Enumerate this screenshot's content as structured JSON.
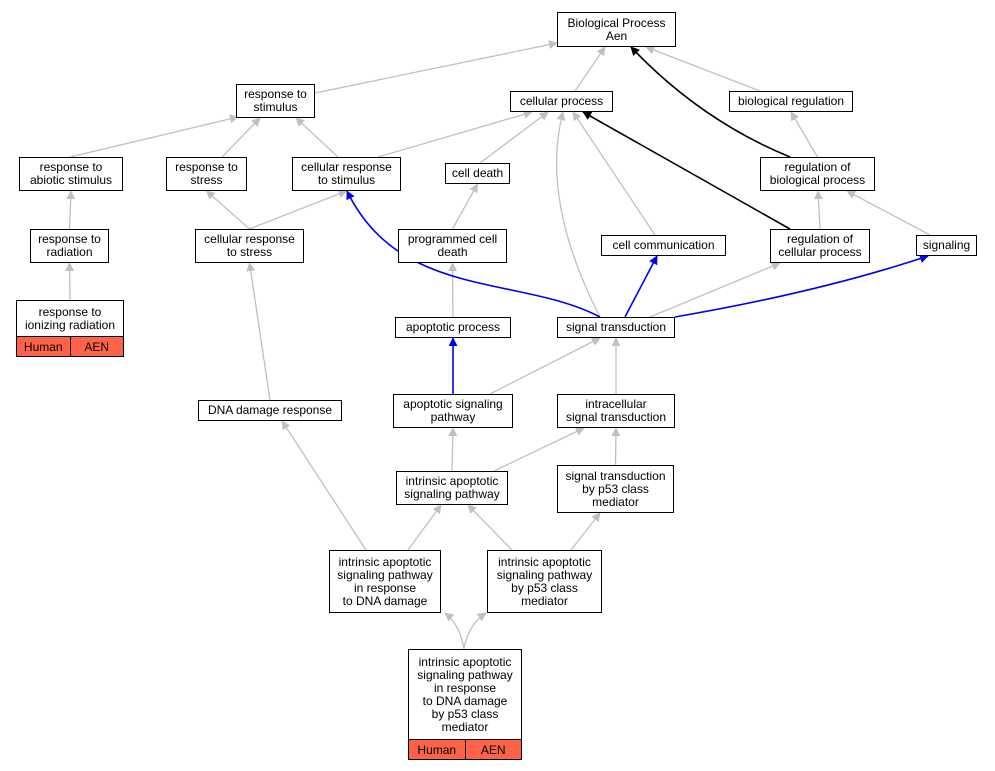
{
  "colors": {
    "is_a": "#c0c0c0",
    "part_of": "#000000",
    "regulates": "#0000ee",
    "annotation": "#ff6347"
  },
  "nodes": [
    {
      "id": "bp",
      "label": "Biological Process\nAen"
    },
    {
      "id": "rts",
      "label": "response to\nstimulus"
    },
    {
      "id": "cp",
      "label": "cellular process"
    },
    {
      "id": "br",
      "label": "biological regulation"
    },
    {
      "id": "ras",
      "label": "response to\nabiotic stimulus"
    },
    {
      "id": "rtstress",
      "label": "response to\nstress"
    },
    {
      "id": "crts",
      "label": "cellular response\nto stimulus"
    },
    {
      "id": "cd",
      "label": "cell death"
    },
    {
      "id": "rbp",
      "label": "regulation of\nbiological process"
    },
    {
      "id": "rtr",
      "label": "response to\nradiation"
    },
    {
      "id": "crtstress",
      "label": "cellular response\nto stress"
    },
    {
      "id": "pcd",
      "label": "programmed cell\ndeath"
    },
    {
      "id": "cc",
      "label": "cell communication"
    },
    {
      "id": "rcp",
      "label": "regulation of\ncellular process"
    },
    {
      "id": "sig",
      "label": "signaling"
    },
    {
      "id": "ririr",
      "label": "response to\nionizing radiation",
      "tags": [
        "Human",
        "AEN"
      ]
    },
    {
      "id": "ap",
      "label": "apoptotic process"
    },
    {
      "id": "st",
      "label": "signal transduction"
    },
    {
      "id": "ddr",
      "label": "DNA damage response"
    },
    {
      "id": "asp",
      "label": "apoptotic signaling\npathway"
    },
    {
      "id": "ist",
      "label": "intracellular\nsignal transduction"
    },
    {
      "id": "iasp",
      "label": "intrinsic apoptotic\nsignaling pathway"
    },
    {
      "id": "stp53",
      "label": "signal transduction\nby p53 class\nmediator"
    },
    {
      "id": "iaspdna",
      "label": "intrinsic apoptotic\nsignaling pathway\nin response\nto DNA damage"
    },
    {
      "id": "iaspp53",
      "label": "intrinsic apoptotic\nsignaling pathway\nby p53 class\nmediator"
    },
    {
      "id": "iaspdnap53",
      "label": "intrinsic apoptotic\nsignaling pathway\nin response\nto DNA damage\nby p53 class\nmediator",
      "tags": [
        "Human",
        "AEN"
      ]
    }
  ],
  "edges": [
    {
      "from": "rts",
      "to": "bp",
      "type": "is_a"
    },
    {
      "from": "cp",
      "to": "bp",
      "type": "is_a"
    },
    {
      "from": "br",
      "to": "bp",
      "type": "is_a"
    },
    {
      "from": "rbp",
      "to": "bp",
      "type": "part_of"
    },
    {
      "from": "ras",
      "to": "rts",
      "type": "is_a"
    },
    {
      "from": "rtstress",
      "to": "rts",
      "type": "is_a"
    },
    {
      "from": "crts",
      "to": "rts",
      "type": "is_a"
    },
    {
      "from": "crts",
      "to": "cp",
      "type": "is_a"
    },
    {
      "from": "cd",
      "to": "cp",
      "type": "is_a"
    },
    {
      "from": "st",
      "to": "cp",
      "type": "is_a"
    },
    {
      "from": "cc",
      "to": "cp",
      "type": "is_a"
    },
    {
      "from": "rcp",
      "to": "cp",
      "type": "part_of"
    },
    {
      "from": "rbp",
      "to": "br",
      "type": "is_a"
    },
    {
      "from": "rcp",
      "to": "rbp",
      "type": "is_a"
    },
    {
      "from": "sig",
      "to": "rbp",
      "type": "is_a"
    },
    {
      "from": "rtr",
      "to": "ras",
      "type": "is_a"
    },
    {
      "from": "crtstress",
      "to": "rtstress",
      "type": "is_a"
    },
    {
      "from": "crtstress",
      "to": "crts",
      "type": "is_a"
    },
    {
      "from": "pcd",
      "to": "cd",
      "type": "is_a"
    },
    {
      "from": "ririr",
      "to": "rtr",
      "type": "is_a"
    },
    {
      "from": "ap",
      "to": "pcd",
      "type": "is_a"
    },
    {
      "from": "st",
      "to": "crts",
      "type": "regulates"
    },
    {
      "from": "st",
      "to": "cc",
      "type": "regulates"
    },
    {
      "from": "st",
      "to": "rcp",
      "type": "is_a"
    },
    {
      "from": "st",
      "to": "sig",
      "type": "regulates"
    },
    {
      "from": "ddr",
      "to": "crtstress",
      "type": "is_a"
    },
    {
      "from": "asp",
      "to": "ap",
      "type": "regulates"
    },
    {
      "from": "asp",
      "to": "st",
      "type": "is_a"
    },
    {
      "from": "ist",
      "to": "st",
      "type": "is_a"
    },
    {
      "from": "iasp",
      "to": "asp",
      "type": "is_a"
    },
    {
      "from": "iasp",
      "to": "ist",
      "type": "is_a"
    },
    {
      "from": "stp53",
      "to": "ist",
      "type": "is_a"
    },
    {
      "from": "iaspdna",
      "to": "ddr",
      "type": "is_a"
    },
    {
      "from": "iaspdna",
      "to": "iasp",
      "type": "is_a"
    },
    {
      "from": "iaspp53",
      "to": "iasp",
      "type": "is_a"
    },
    {
      "from": "iaspp53",
      "to": "stp53",
      "type": "is_a"
    },
    {
      "from": "iaspdnap53",
      "to": "iaspdna",
      "type": "is_a"
    },
    {
      "from": "iaspdnap53",
      "to": "iaspp53",
      "type": "is_a"
    }
  ]
}
